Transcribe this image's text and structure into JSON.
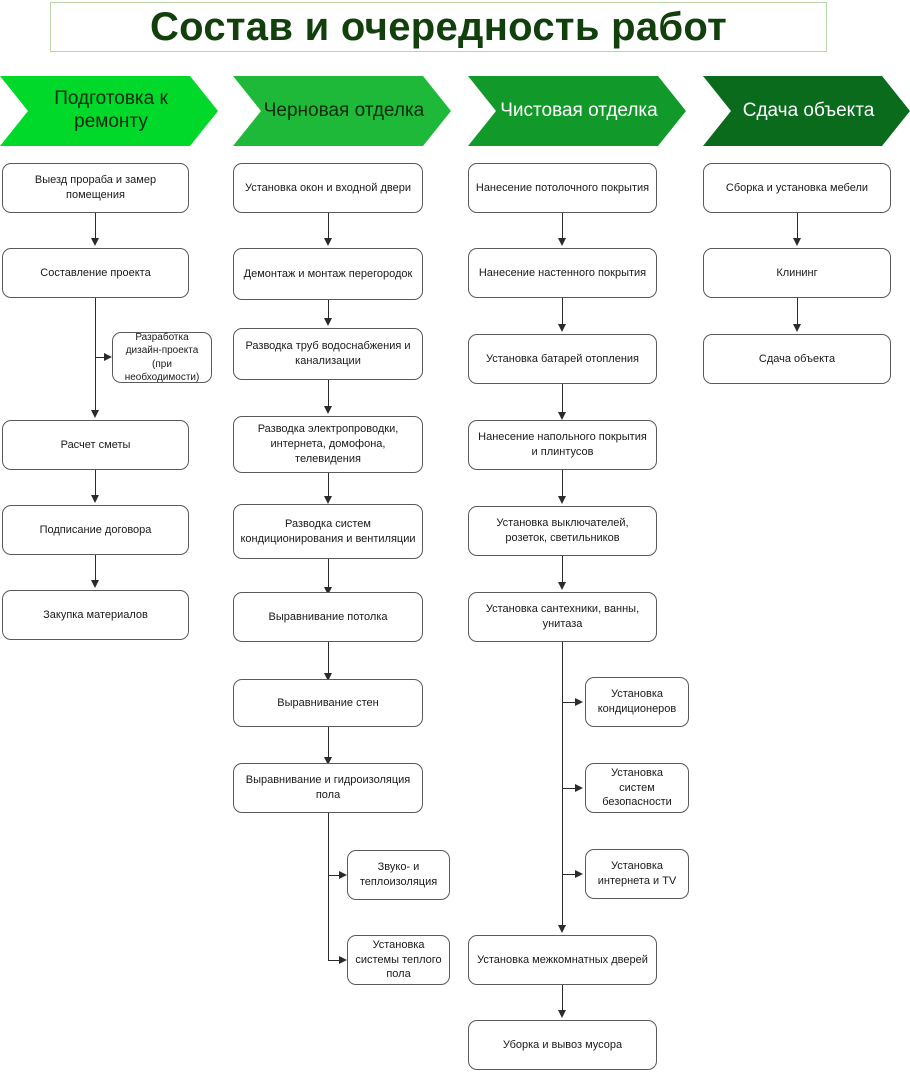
{
  "title": "Состав и очередность работ",
  "colors": {
    "title_text": "#12400d",
    "title_border": "#b9d4a8",
    "phase_1_bg": "#00d82a",
    "phase_2_bg": "#1fb93a",
    "phase_3_bg": "#119a2a",
    "phase_4_bg": "#0a6b1c",
    "node_border": "#5a5a5a",
    "connector": "#2b2b2b"
  },
  "phases": [
    {
      "label": "Подготовка к ремонту",
      "bg": "#00d82a",
      "text_color": "#0d2b0a"
    },
    {
      "label": "Черновая отделка",
      "bg": "#1fb93a",
      "text_color": "#0d2b0a"
    },
    {
      "label": "Чистовая отделка",
      "bg": "#119a2a",
      "text_color": "#ffffff"
    },
    {
      "label": "Сдача объекта",
      "bg": "#0a6b1c",
      "text_color": "#ffffff"
    }
  ],
  "columns": [
    {
      "phase": "Подготовка к ремонту",
      "main": [
        "Выезд прораба и замер помещения",
        "Составление проекта",
        "Расчет сметы",
        "Подписание договора",
        "Закупка материалов"
      ],
      "branches": [
        "Разработка дизайн-проекта (при необходимости)"
      ]
    },
    {
      "phase": "Черновая отделка",
      "main": [
        "Установка окон и входной двери",
        "Демонтаж и монтаж перегородок",
        "Разводка труб водоснабжения и канализации",
        "Разводка электропроводки, интернета, домофона, телевидения",
        "Разводка систем кондиционирования и вентиляции",
        "Выравнивание потолка",
        "Выравнивание стен",
        "Выравнивание и гидроизоляция пола"
      ],
      "branches": [
        "Звуко- и теплоизоляция",
        "Установка системы теплого пола"
      ]
    },
    {
      "phase": "Чистовая отделка",
      "main": [
        "Нанесение потолочного покрытия",
        "Нанесение настенного покрытия",
        "Установка батарей отопления",
        "Нанесение напольного покрытия и плинтусов",
        "Установка выключателей, розеток, светильников",
        "Установка сантехники, ванны, унитаза",
        "Установка межкомнатных дверей",
        "Уборка и вывоз мусора"
      ],
      "branches": [
        "Установка кондиционеров",
        "Установка систем безопасности",
        "Установка интернета и TV"
      ]
    },
    {
      "phase": "Сдача объекта",
      "main": [
        "Сборка и установка мебели",
        "Клининг",
        "Сдача объекта"
      ],
      "branches": []
    }
  ]
}
